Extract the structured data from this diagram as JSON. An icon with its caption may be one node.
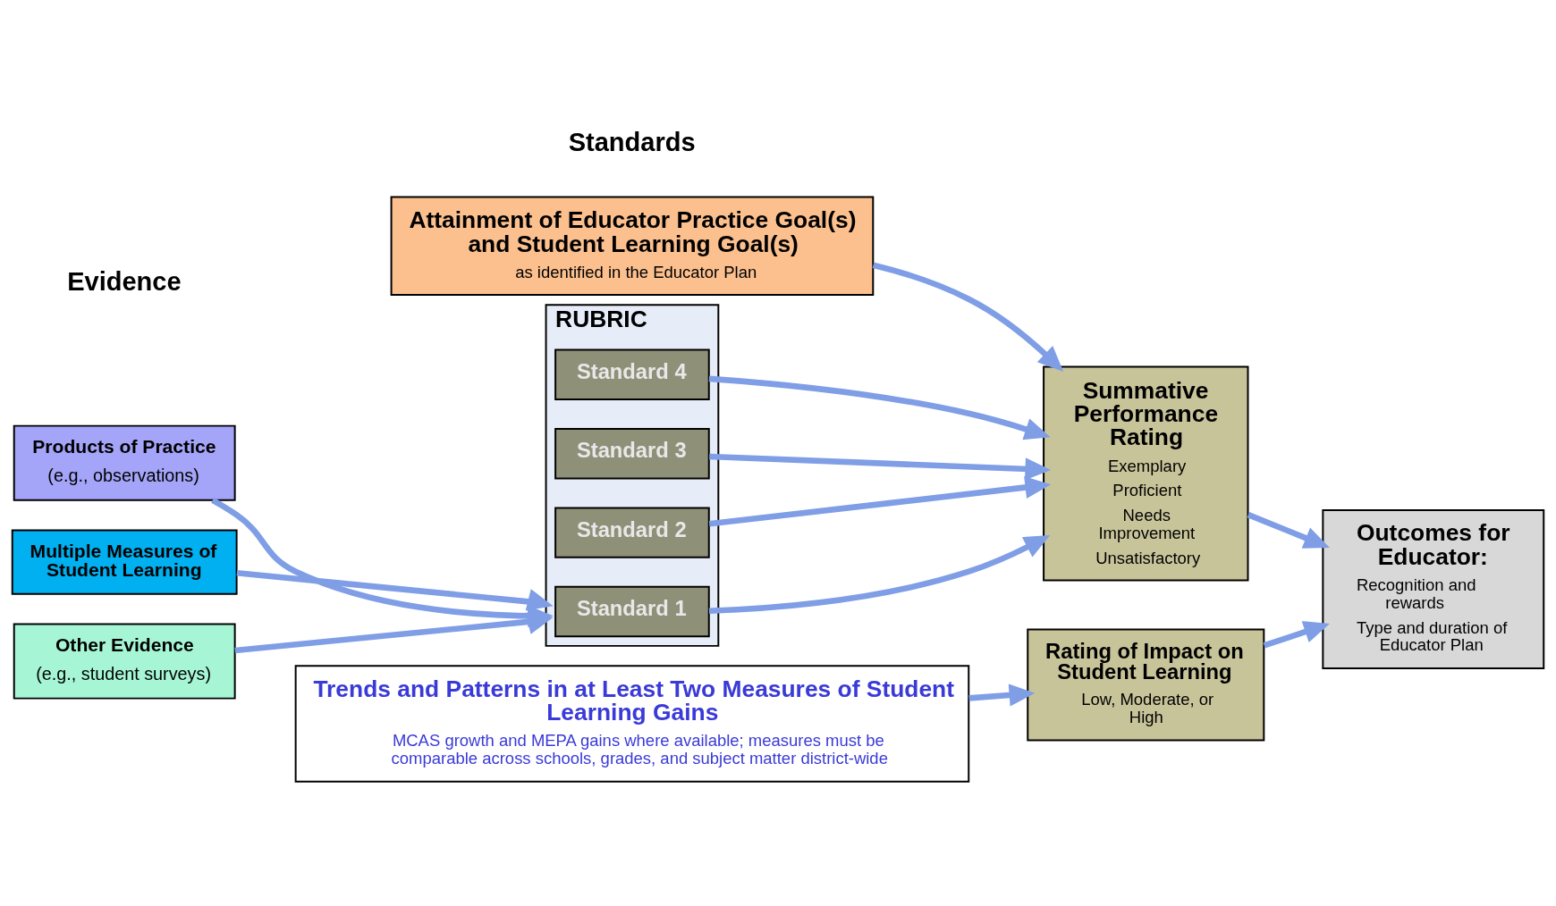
{
  "diagram": {
    "nodes": [
      {
        "text": [
          "Products of Practice",
          "(e.g., observations)"
        ]
      },
      {
        "text": [
          "Multiple Measures of Student Learning"
        ]
      },
      {
        "text": [
          "Other Evidence",
          "(e.g., student surveys)"
        ]
      },
      {
        "text": [
          "RUBRIC"
        ]
      },
      {
        "text": [
          "Standard 1"
        ],
        "in": 3
      },
      {
        "text": [
          "Standard 2"
        ],
        "in": 3
      },
      {
        "text": [
          "Standard 3"
        ],
        "in": 3
      },
      {
        "text": [
          "Standard 4"
        ],
        "in": 3
      },
      {
        "text": [
          "Summative Performance Rating",
          "Exemplary",
          "Proficient",
          "Needs Improvement",
          "Unsatisfactory"
        ]
      },
      {
        "text": [
          "Outcomes for Educator:",
          "Recognition and rewards",
          "Type and duration of Educator Plan"
        ]
      },
      {
        "text": [
          "Attainment of Educator Practice Goal(s) and Student Learning Goal(s)",
          "as identified in the Educator Plan"
        ]
      },
      {
        "text": [
          "Rating of Impact on Student Learning",
          "Low, Moderate, or High"
        ]
      },
      {
        "text": [
          "Trends and Patterns in at Least Two Measures of Student Learning Gains",
          "MCAS growth and MEPA gains where available; measures must be comparable across schools, grades, and subject matter district-wide"
        ]
      }
    ],
    "edges": [
      {
        "from": 0,
        "to": 3,
        "arrow": "to"
      },
      {
        "from": 1,
        "to": 3,
        "arrow": "to"
      },
      {
        "from": 2,
        "to": 3,
        "arrow": "to"
      },
      {
        "from": 4,
        "to": 8,
        "arrow": "to"
      },
      {
        "from": 5,
        "to": 8,
        "arrow": "to"
      },
      {
        "from": 6,
        "to": 8,
        "arrow": "to"
      },
      {
        "from": 7,
        "to": 8,
        "arrow": "to"
      },
      {
        "from": 8,
        "to": 9,
        "arrow": "to"
      },
      {
        "from": 10,
        "to": 8,
        "arrow": "to"
      },
      {
        "from": 11,
        "to": 9,
        "arrow": "to"
      },
      {
        "from": 12,
        "to": 11,
        "arrow": "to"
      }
    ],
    "labels": [
      "Evidence",
      "Standards"
    ]
  }
}
